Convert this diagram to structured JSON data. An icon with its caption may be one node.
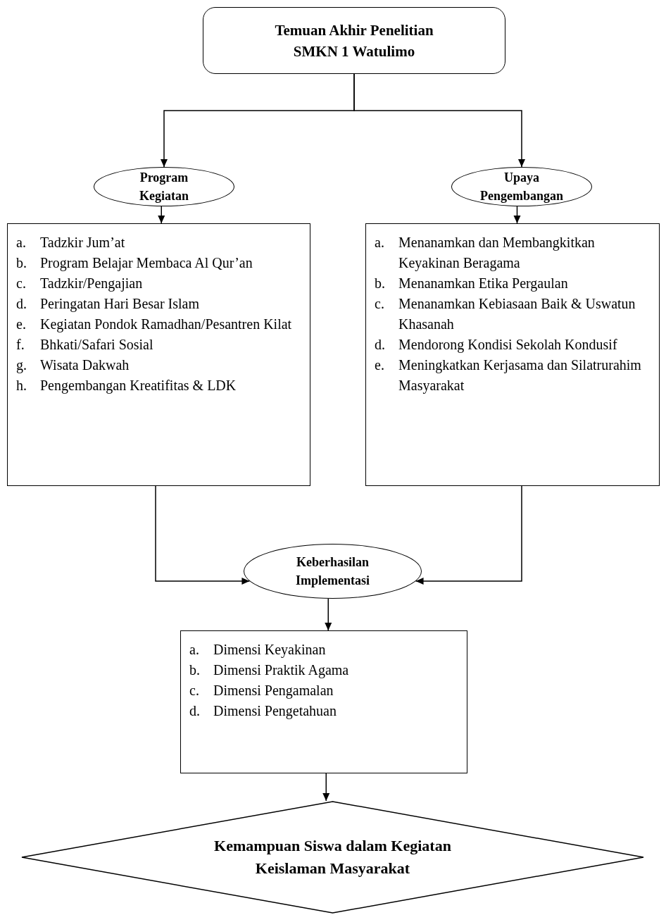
{
  "diagram": {
    "nodes": [
      {
        "text": [
          "Temuan Akhir Penelitian SMKN 1 Watulimo"
        ]
      },
      {
        "text": [
          "Program Kegiatan"
        ]
      },
      {
        "text": [
          "Upaya Pengembangan"
        ]
      },
      {
        "text": [
          "a. Tadzkir Jum’at",
          "b. Program Belajar Membaca Al Qur’an",
          "c. Tadzkir/Pengajian",
          "d. Peringatan Hari Besar Islam",
          "e. Kegiatan Pondok Ramadhan/Pesantren Kilat",
          "f. Bhkati/Safari  Sosial",
          "g. Wisata Dakwah",
          "h. Pengembangan Kreatifitas & LDK"
        ]
      },
      {
        "text": [
          "a. Menanamkan dan Membangkitkan Keyakinan Beragama",
          "b. Menanamkan Etika Pergaulan",
          "c. Menanamkan Kebiasaan Baik & Uswatun Khasanah",
          "d. Mendorong Kondisi Sekolah Kondusif",
          "e. Meningkatkan Kerjasama dan Silatrurahim Masyarakat"
        ]
      },
      {
        "text": [
          "Keberhasilan Implementasi"
        ]
      },
      {
        "text": [
          "a. Dimensi Keyakinan",
          "b. Dimensi Praktik Agama",
          "c. Dimensi Pengamalan",
          "d. Dimensi Pengetahuan"
        ]
      },
      {
        "text": [
          "Kemampuan Siswa dalam Kegiatan Keislaman Masyarakat"
        ]
      }
    ],
    "edges": [
      {
        "from": 0,
        "to": 1,
        "arrow": "to"
      },
      {
        "from": 0,
        "to": 2,
        "arrow": "to"
      },
      {
        "from": 1,
        "to": 3,
        "arrow": "to"
      },
      {
        "from": 2,
        "to": 4,
        "arrow": "to"
      },
      {
        "from": 3,
        "to": 5,
        "arrow": "to"
      },
      {
        "from": 4,
        "to": 5,
        "arrow": "to"
      },
      {
        "from": 5,
        "to": 6,
        "arrow": "to"
      },
      {
        "from": 6,
        "to": 7,
        "arrow": "to"
      }
    ]
  }
}
